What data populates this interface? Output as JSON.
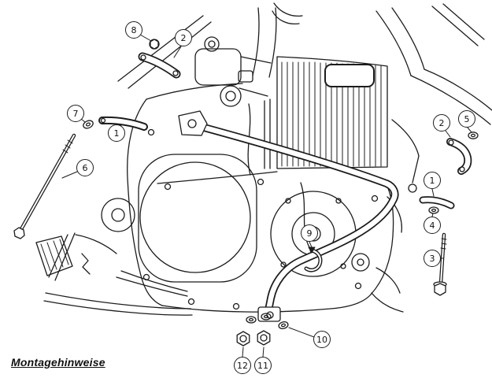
{
  "figure": {
    "title": "Montagehinweise",
    "background_color": "#ffffff",
    "ink_color": "#1c1c1c"
  },
  "callouts": [
    {
      "label": "8"
    },
    {
      "label": "2"
    },
    {
      "label": "7"
    },
    {
      "label": "1"
    },
    {
      "label": "6"
    },
    {
      "label": "2"
    },
    {
      "label": "5"
    },
    {
      "label": "1"
    },
    {
      "label": "4"
    },
    {
      "label": "3"
    },
    {
      "label": "9"
    },
    {
      "label": "10"
    },
    {
      "label": "12"
    },
    {
      "label": "11"
    }
  ]
}
